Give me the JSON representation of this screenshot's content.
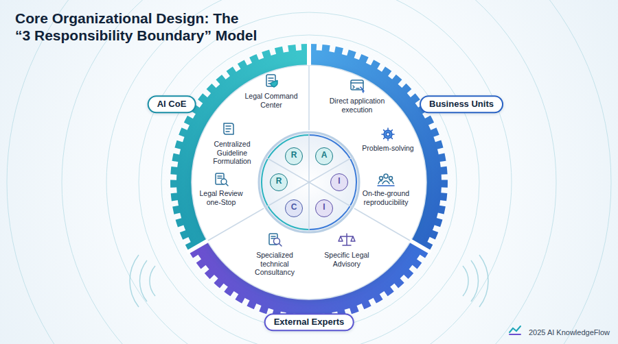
{
  "diagram": {
    "title": "Core Organizational Design: The “3 Responsibility Boundary” Model",
    "nodes": [
      {
        "text": [
          "AI CoE",
          "Legal Command Center",
          "Centralized Guideline Formulation",
          "Legal Review one-Stop"
        ]
      },
      {
        "text": [
          "Business Units",
          "Direct application execution",
          "Problem-solving",
          "On-the-ground reproducibility"
        ]
      },
      {
        "text": [
          "R",
          "A",
          "R",
          "I",
          "C",
          "I"
        ]
      },
      {
        "text": [
          "External Experts",
          "Specialized technical Consultancy",
          "Specific Legal Advisory"
        ]
      }
    ],
    "labels": [
      "2025 AI KnowledgeFlow"
    ]
  }
}
